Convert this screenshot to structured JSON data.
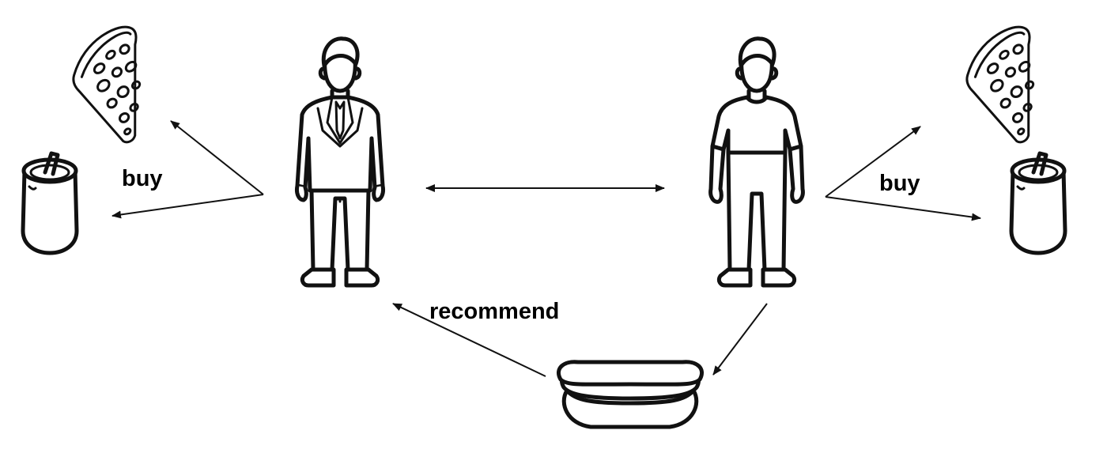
{
  "labels": {
    "buy_left": "buy",
    "buy_right": "buy",
    "recommend": "recommend"
  },
  "icons": {
    "person_left": "businessman-icon",
    "person_right": "casual-man-icon",
    "pizza_left": "pizza-slice-icon",
    "pizza_right": "pizza-slice-icon",
    "can_left": "soda-can-icon",
    "can_right": "soda-can-icon",
    "hotdog": "hotdog-icon"
  }
}
